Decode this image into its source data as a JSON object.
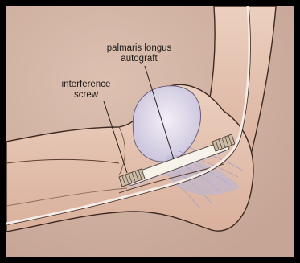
{
  "labels": {
    "palmaris_longus": {
      "line1": "palmaris longus",
      "line2": "autograft"
    },
    "interference_screw": {
      "line1": "interference",
      "line2": "screw"
    }
  },
  "colors": {
    "background": "#d3b5a6",
    "skin": "#e7c6b3",
    "skin_shadow": "#c49a86",
    "outline": "#3e2a22",
    "bone_highlight": "#e8e2ef",
    "ligament": "#b7b6da",
    "graft": "#f7f3ea",
    "screw": "#c9bba4",
    "frame": "#000000"
  }
}
